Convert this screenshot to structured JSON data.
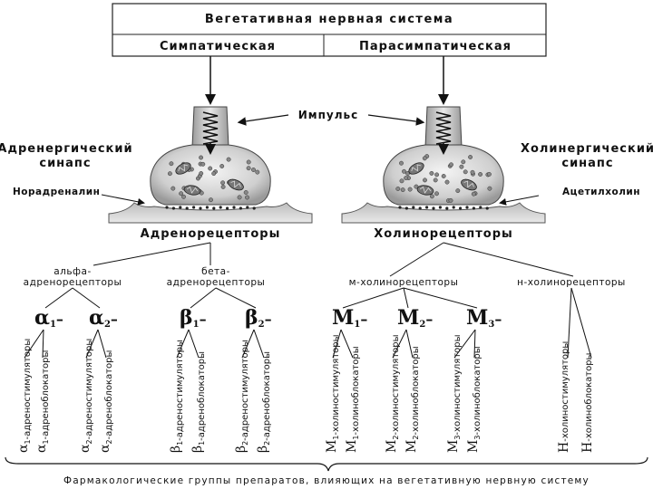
{
  "header": {
    "title": "Вегетативная нервная система",
    "left": "Симпатическая",
    "right": "Парасимпатическая"
  },
  "impulse_label": "Импульс",
  "left_synapse": {
    "title_line1": "Адренергический",
    "title_line2": "синапс",
    "transmitter": "Норадреналин",
    "receptors": "Адренорецепторы"
  },
  "right_synapse": {
    "title_line1": "Холинергический",
    "title_line2": "синапс",
    "transmitter": "Ацетилхолин",
    "receptors": "Холинорецепторы"
  },
  "subgroups": {
    "alpha_line1": "альфа-",
    "alpha_line2": "адренорецепторы",
    "beta_line1": "бета-",
    "beta_line2": "адренорецепторы",
    "m": "м-холинорецепторы",
    "n": "н-холинорецепторы"
  },
  "receptor_symbols": [
    "α",
    "α",
    "β",
    "β",
    "М",
    "М",
    "М"
  ],
  "receptor_subs": [
    "1",
    "2",
    "1",
    "2",
    "1",
    "2",
    "3"
  ],
  "receptor_dash": "–",
  "drugs": [
    {
      "sym": "α",
      "sub": "1",
      "text": "-адреностимуляторы"
    },
    {
      "sym": "α",
      "sub": "1",
      "text": "-адреноблокаторы"
    },
    {
      "sym": "α",
      "sub": "2",
      "text": "-адреностимуляторы"
    },
    {
      "sym": "α",
      "sub": "2",
      "text": "-адреноблокаторы"
    },
    {
      "sym": "β",
      "sub": "1",
      "text": "-адреностимуляторы"
    },
    {
      "sym": "β",
      "sub": "1",
      "text": "-адреноблокаторы"
    },
    {
      "sym": "β",
      "sub": "2",
      "text": "-адреностимуляторы"
    },
    {
      "sym": "β",
      "sub": "2",
      "text": "-адреноблокаторы"
    },
    {
      "sym": "М",
      "sub": "1",
      "text": "-холиностимуляторы"
    },
    {
      "sym": "М",
      "sub": "1",
      "text": "-холиноблокаторы"
    },
    {
      "sym": "М",
      "sub": "2",
      "text": "-холиностимуляторы"
    },
    {
      "sym": "М",
      "sub": "2",
      "text": "-холиноблокаторы"
    },
    {
      "sym": "М",
      "sub": "3",
      "text": "-холиностимуляторы"
    },
    {
      "sym": "М",
      "sub": "3",
      "text": "-холиноблокаторы"
    },
    {
      "sym": "Н",
      "sub": "",
      "text": "-холиностимуляторы"
    },
    {
      "sym": "Н",
      "sub": "",
      "text": "-холиноблокаторы"
    }
  ],
  "footer": "Фармакологические группы препаратов, влияющих на вегетативную нервную систему"
}
